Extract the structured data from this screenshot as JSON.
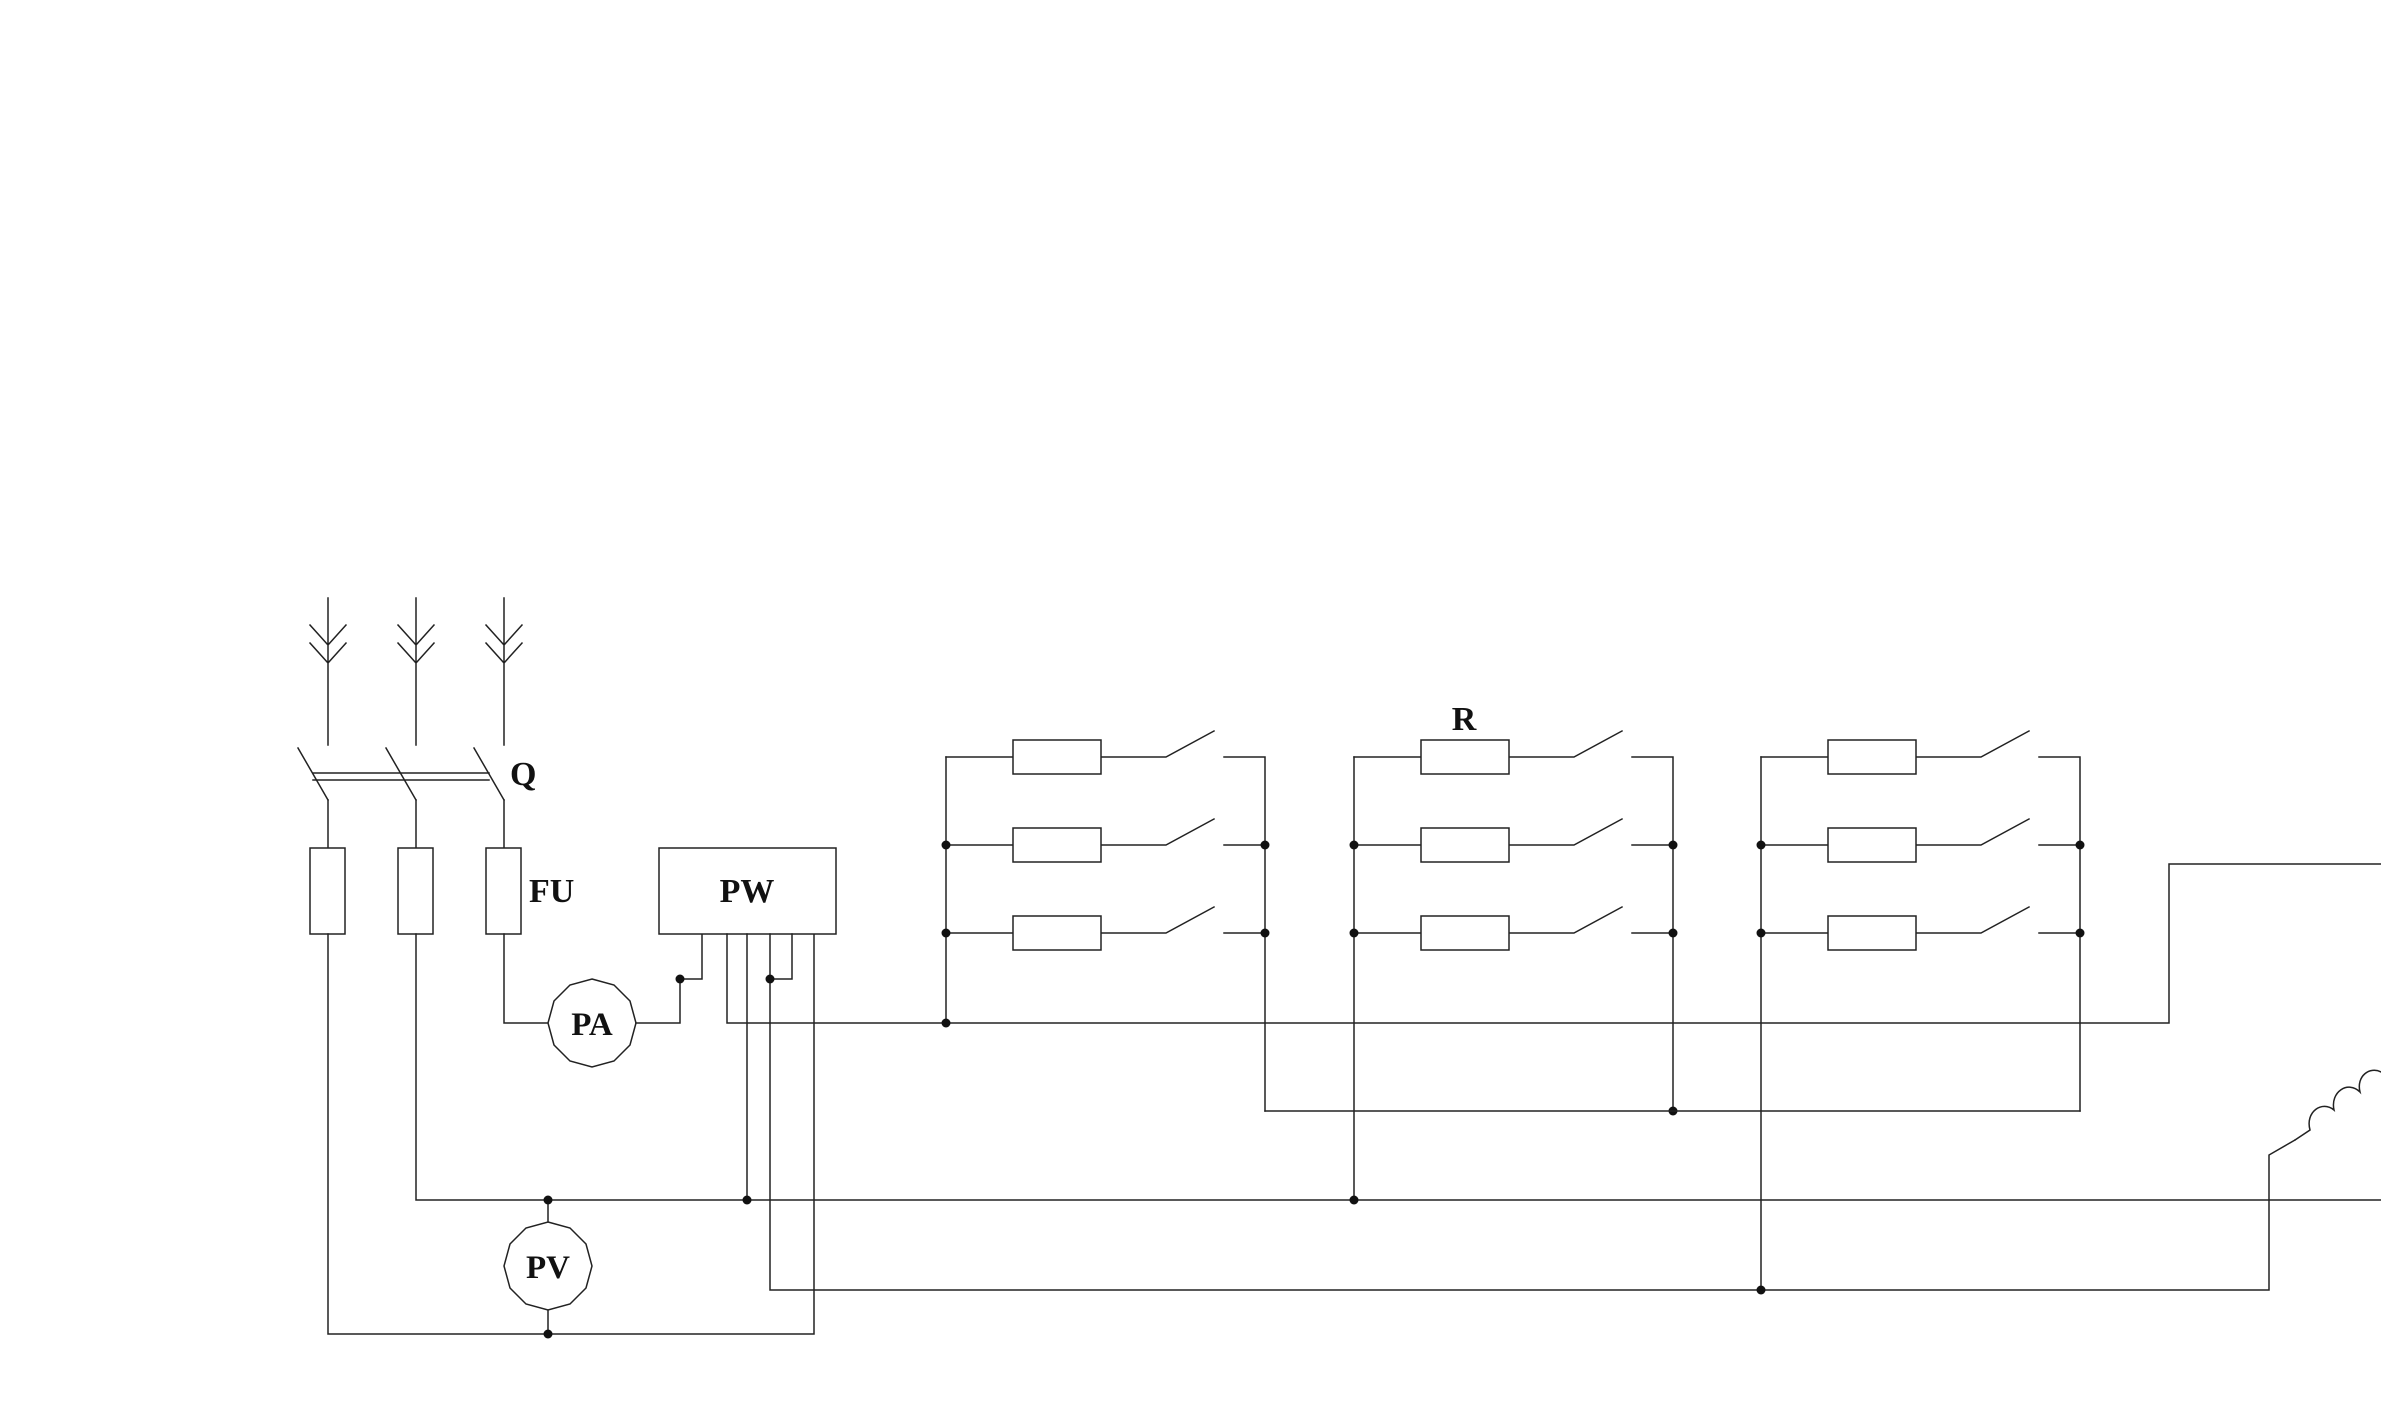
{
  "labels": {
    "switch": "Q",
    "fuse": "FU",
    "wattmeter": "PW",
    "ammeter": "PA",
    "voltmeter": "PV",
    "resistor_bank": "R"
  },
  "colors": {
    "line": "#222222",
    "background": "#ffffff"
  }
}
